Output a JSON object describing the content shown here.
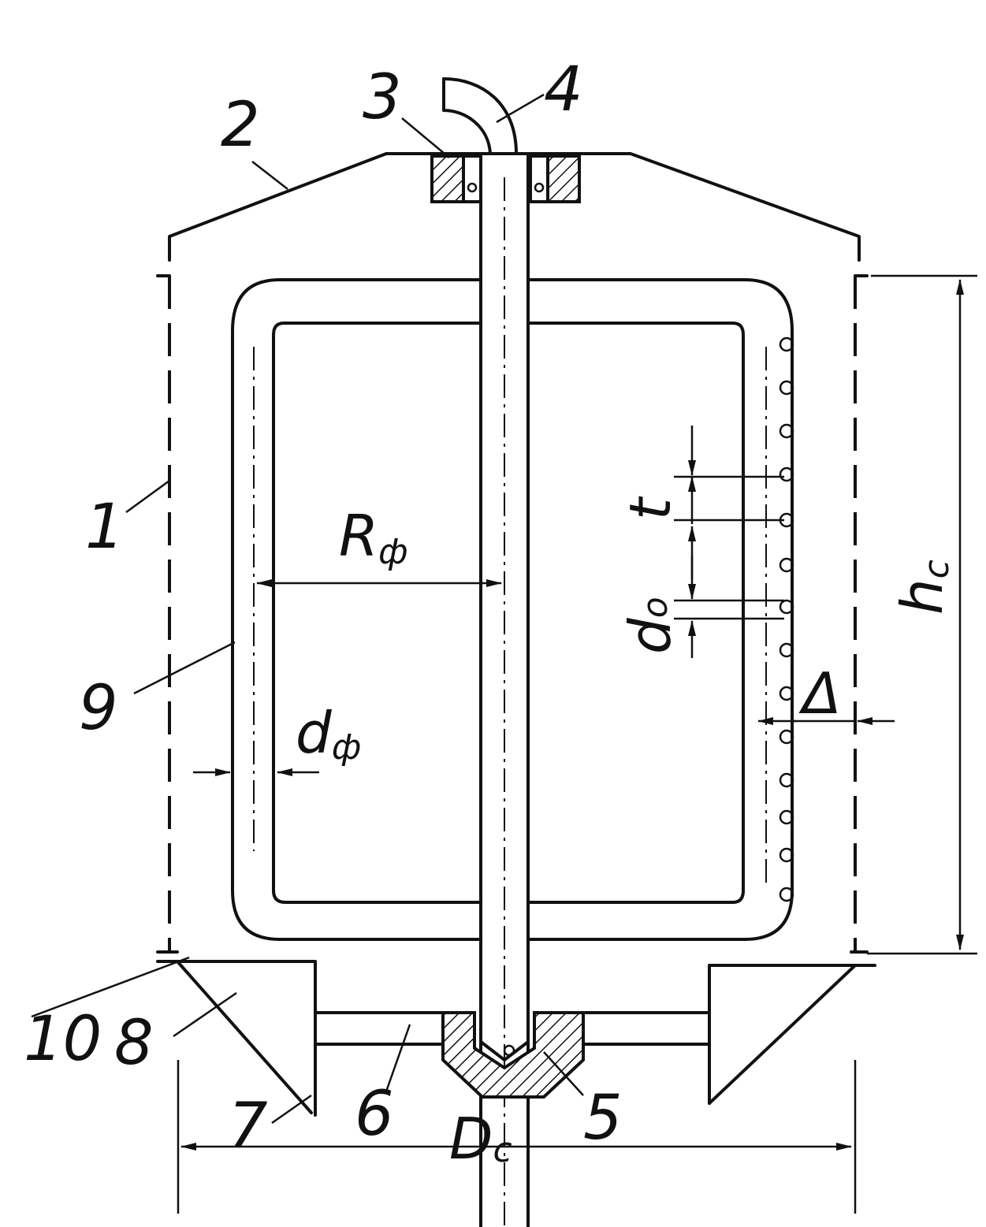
{
  "labels": {
    "n1": "1",
    "n2": "2",
    "n3": "3",
    "n4": "4",
    "n5": "5",
    "n6": "6",
    "n7": "7",
    "n8": "8",
    "n9": "9",
    "n10": "10"
  },
  "dimensions": {
    "r_main": "R",
    "r_sub": "ф",
    "d_main": "d",
    "d_sub": "ф",
    "t": "t",
    "d0_main": "d",
    "d0_sub": "o",
    "delta": "Δ",
    "h_main": "h",
    "h_sub": "c",
    "D_main": "D",
    "D_sub": "c"
  }
}
